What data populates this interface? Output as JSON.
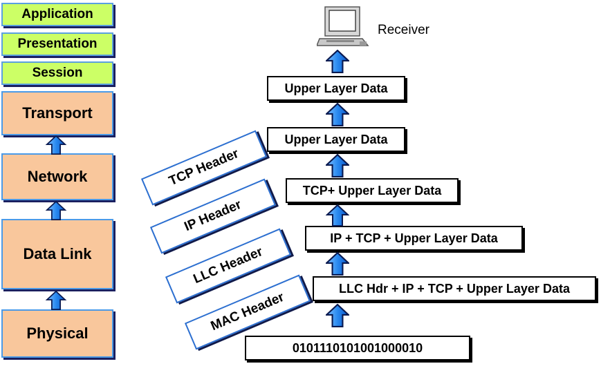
{
  "osi_layers": {
    "application": "Application",
    "presentation": "Presentation",
    "session": "Session",
    "transport": "Transport",
    "network": "Network",
    "data_link": "Data Link",
    "physical": "Physical"
  },
  "receiver": {
    "label": "Receiver",
    "icon": "computer-icon"
  },
  "data_boxes": {
    "application_data": "Upper Layer Data",
    "transport_data": "Upper Layer Data",
    "network_data": "TCP+ Upper Layer Data",
    "llc_data": "IP + TCP + Upper Layer Data",
    "mac_data": "LLC Hdr + IP + TCP + Upper Layer Data",
    "bits": "0101110101001000010"
  },
  "headers": {
    "tcp": "TCP Header",
    "ip": "IP Header",
    "llc": "LLC Header",
    "mac": "MAC Header"
  },
  "colors": {
    "upper_layers": "#ccff66",
    "lower_layers": "#f9c79c",
    "arrow": "#2a8af0"
  }
}
